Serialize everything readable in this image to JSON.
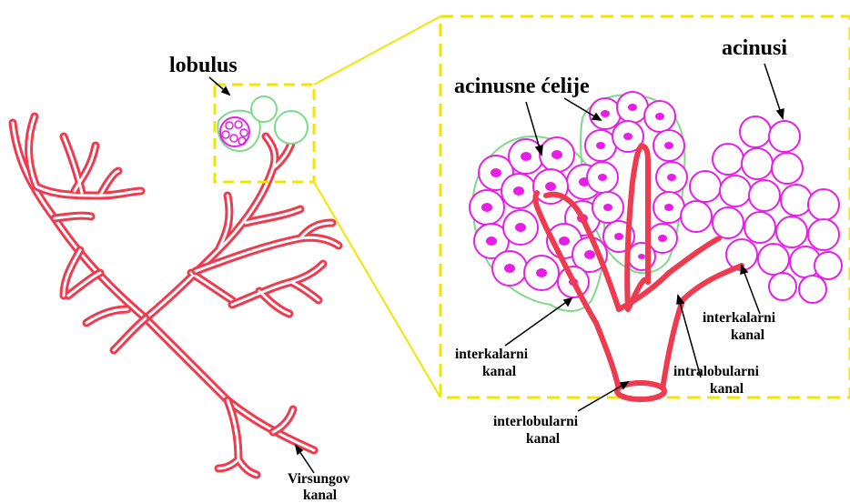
{
  "labels": {
    "lobulus": "lobulus",
    "acinusne_celije": "acinusne ćelije",
    "acinusi": "acinusi",
    "interkalarni_left_1": "interkalarni",
    "interkalarni_left_2": "kanal",
    "interkalarni_right_1": "interkalarni",
    "interkalarni_right_2": "kanal",
    "intralobularni_1": "intralobularni",
    "intralobularni_2": "kanal",
    "interlobularni_1": "interlobularni",
    "interlobularni_2": "kanal",
    "virsungov_1": "Virsungov",
    "virsungov_2": "kanal"
  },
  "colors": {
    "duct": "#ef3b4f",
    "acinus_outline": "#e81ee8",
    "nucleus": "#e81ee8",
    "capsule": "#7fd98a",
    "zoom_frame": "#f2e600"
  }
}
